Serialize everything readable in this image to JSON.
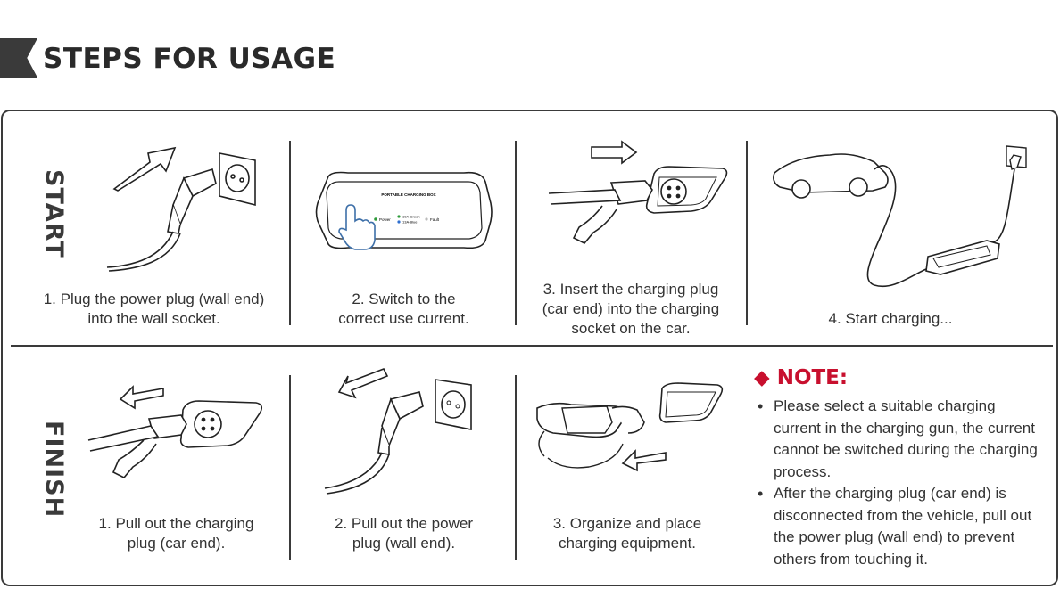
{
  "header": {
    "title": "STEPS FOR  USAGE"
  },
  "sections": {
    "start_label": "START",
    "finish_label": "FINISH"
  },
  "start_steps": [
    {
      "caption": "1. Plug the power plug (wall end)\ninto the wall socket."
    },
    {
      "caption": "2. Switch to the\ncorrect use current."
    },
    {
      "caption": "3. Insert the charging plug\n(car end) into the charging\nsocket on the car."
    },
    {
      "caption": "4. Start charging..."
    }
  ],
  "finish_steps": [
    {
      "caption": "1. Pull out the charging\nplug (car end)."
    },
    {
      "caption": "2. Pull out the power\nplug (wall end)."
    },
    {
      "caption": "3. Organize and place\ncharging equipment."
    }
  ],
  "charging_box": {
    "title": "PORTABLE CHARGING BOX",
    "power_label": "Power",
    "green_label": "10A-Green",
    "blue_label": "13A-Blue",
    "fault_label": "Fault"
  },
  "note": {
    "title": "◆ NOTE:",
    "items": [
      "Please select a suitable charging current in the charging gun, the current cannot be switched during the charging process.",
      "After the charging plug (car end) is disconnected from the vehicle, pull out the power plug (wall end) to prevent others from touching it."
    ]
  },
  "colors": {
    "note_accent": "#c8102e",
    "line": "#3a3a3a",
    "led_green": "#2e9b3a",
    "led_blue": "#2f6fd0",
    "hand_outline": "#3d6fa8"
  }
}
